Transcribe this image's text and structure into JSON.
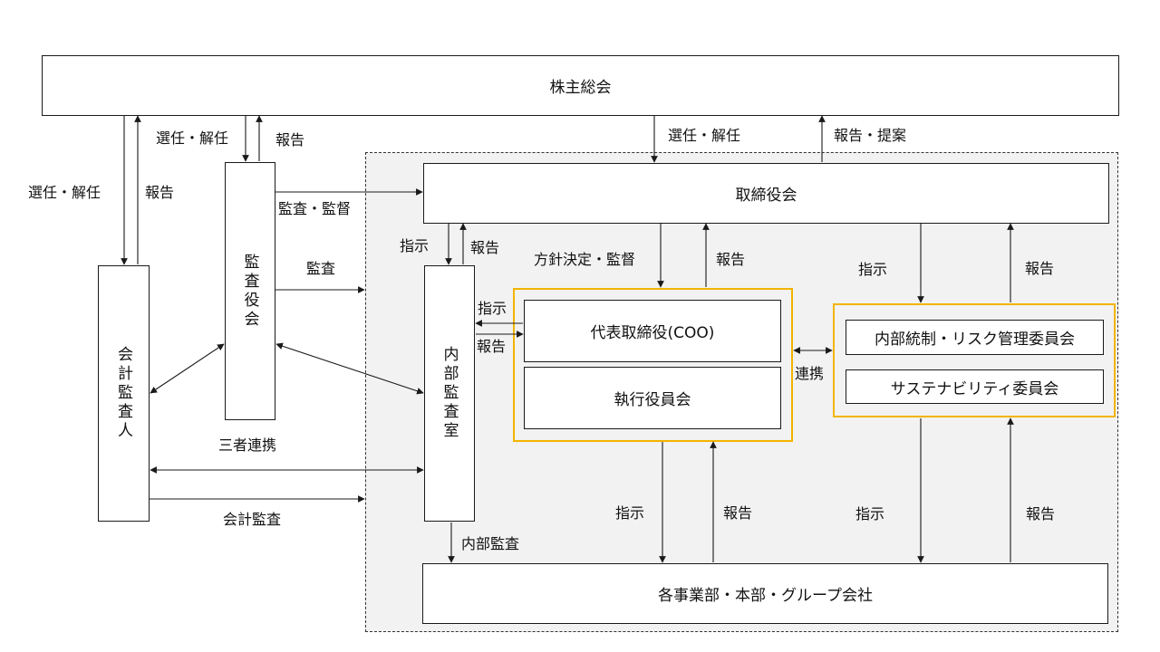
{
  "nodes": {
    "shareholders": "株主総会",
    "board": "取締役会",
    "audit_board": "監査役会",
    "accounting_auditor": "会計監査人",
    "internal_audit": "内部監査室",
    "ceo": "代表取締役(COO)",
    "exec_committee": "執行役員会",
    "internal_control": "内部統制・リスク管理委員会",
    "sustainability": "サステナビリティ委員会",
    "business_units": "各事業部・本部・グループ会社"
  },
  "labels": {
    "elect_dismiss_1": "選任・解任",
    "report_1": "報告",
    "elect_dismiss_2": "選任・解任",
    "report_2": "報告",
    "elect_dismiss_3": "選任・解任",
    "report_propose": "報告・提案",
    "audit_supervise": "監査・監督",
    "audit": "監査",
    "instruct_1": "指示",
    "report_3": "報告",
    "policy_supervise": "方針決定・監督",
    "report_4": "報告",
    "instruct_2": "指示",
    "report_5": "報告",
    "instruct_3": "指示",
    "report_6": "報告",
    "cooperation": "連携",
    "three_party": "三者連携",
    "accounting_audit": "会計監査",
    "internal_audit_label": "内部監査",
    "instruct_4": "指示",
    "report_7": "報告",
    "instruct_5": "指示",
    "report_8": "報告"
  }
}
